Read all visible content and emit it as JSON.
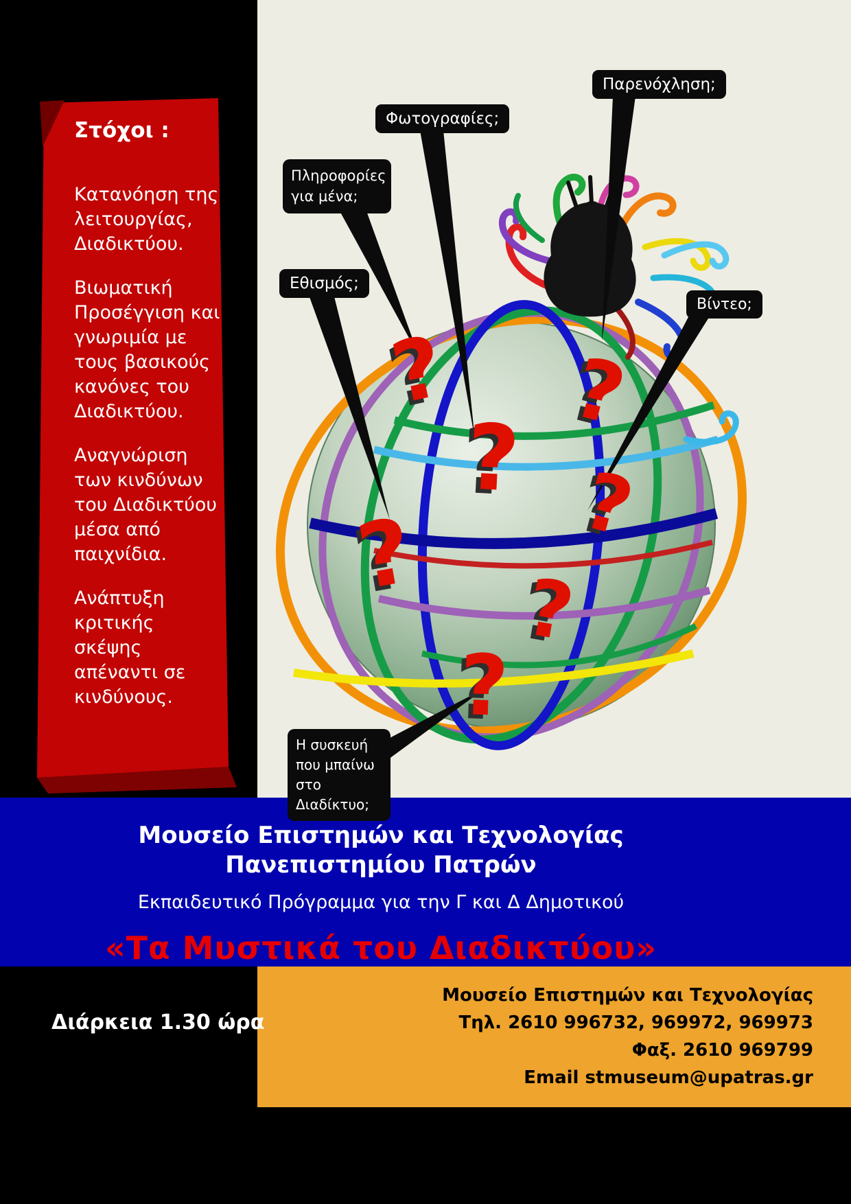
{
  "goals": {
    "heading": "Στόχοι :",
    "items": [
      "Κατανόηση της λειτουργίας, Διαδικτύου.",
      "Βιωματική Προσέγγιση και γνωριμία με τους βασικούς κανόνες του Διαδικτύου.",
      "Αναγνώριση των κινδύνων του Διαδικτύου μέσα από παιχνίδια.",
      "Ανάπτυξη κριτικής σκέψης απέναντι σε κινδύνους."
    ]
  },
  "callouts": [
    {
      "label": "Παρενόχληση;"
    },
    {
      "label": "Φωτογραφίες;"
    },
    {
      "label": "Πληροφορίες για μένα;"
    },
    {
      "label": "Εθισμός;"
    },
    {
      "label": "Βίντεο;"
    },
    {
      "label": "Η συσκευή που μπαίνω στο Διαδίκτυο;"
    }
  ],
  "globe": {
    "question_mark": "?"
  },
  "program": {
    "museum_line1": "Μουσείο  Επιστημών και Τεχνολογίας",
    "museum_line2": "Πανεπιστημίου Πατρών",
    "subtitle": "Εκπαιδευτικό Πρόγραμμα για την Γ και Δ Δημοτικού",
    "title": "«Τα Μυστικά του Διαδικτύου»"
  },
  "footer": {
    "duration": "Διάρκεια  1.30 ώρα",
    "contact_lines": [
      "Μουσείο Επιστημών και Τεχνολογίας",
      "Τηλ. 2610 996732, 969972, 969973",
      "Φαξ. 2610 969799",
      "Email stmuseum@upatras.gr"
    ]
  },
  "colors": {
    "banner_red": "#c20404",
    "blue_band": "#0202ae",
    "orange_band": "#eea42d",
    "title_red": "#e60000",
    "question_red": "#e01000",
    "cream": "#eeede3",
    "bubble_black": "#0b0b0b"
  }
}
